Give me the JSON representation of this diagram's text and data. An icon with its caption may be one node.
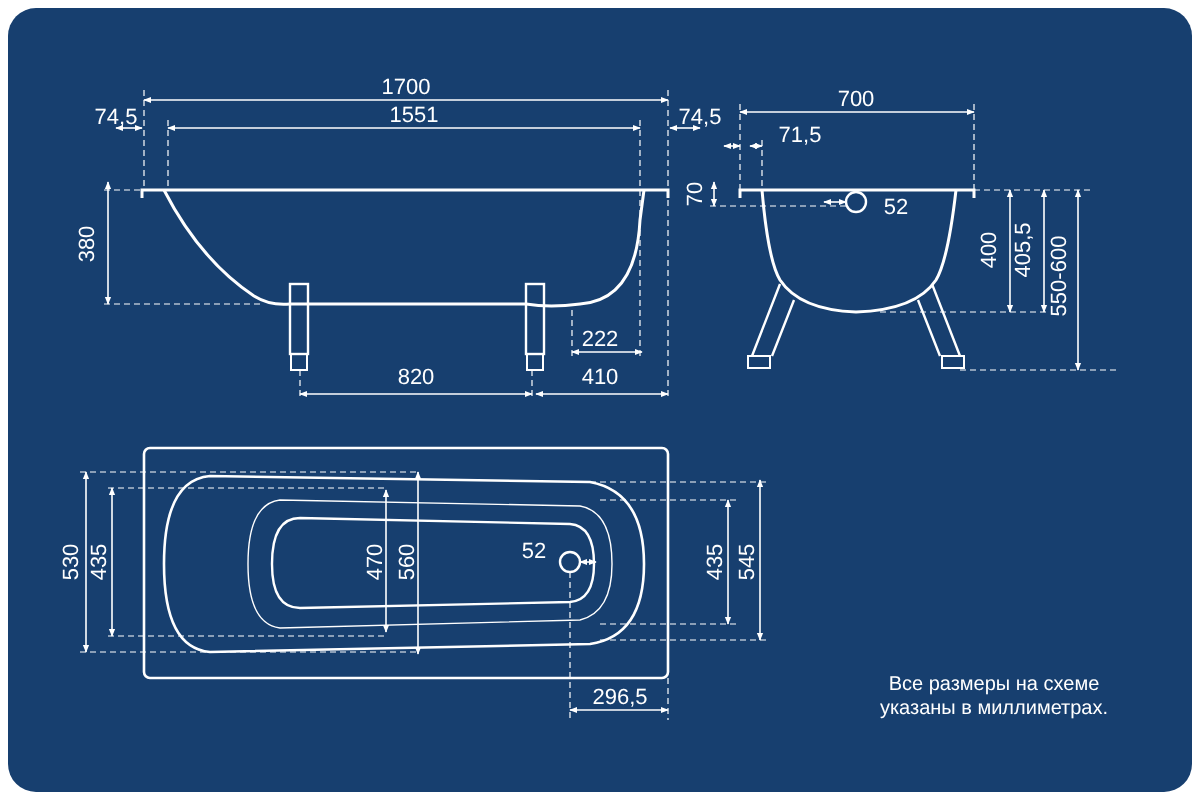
{
  "diagram": {
    "labels": [
      "1700",
      "74,5",
      "1551",
      "74,5",
      "700",
      "71,5",
      "70",
      "52",
      "380",
      "400",
      "405,5",
      "550-600",
      "222",
      "820",
      "410",
      "530",
      "435",
      "470",
      "560",
      "52",
      "435",
      "545",
      "296,5",
      "Все размеры на схеме указаны в миллиметрах."
    ]
  }
}
